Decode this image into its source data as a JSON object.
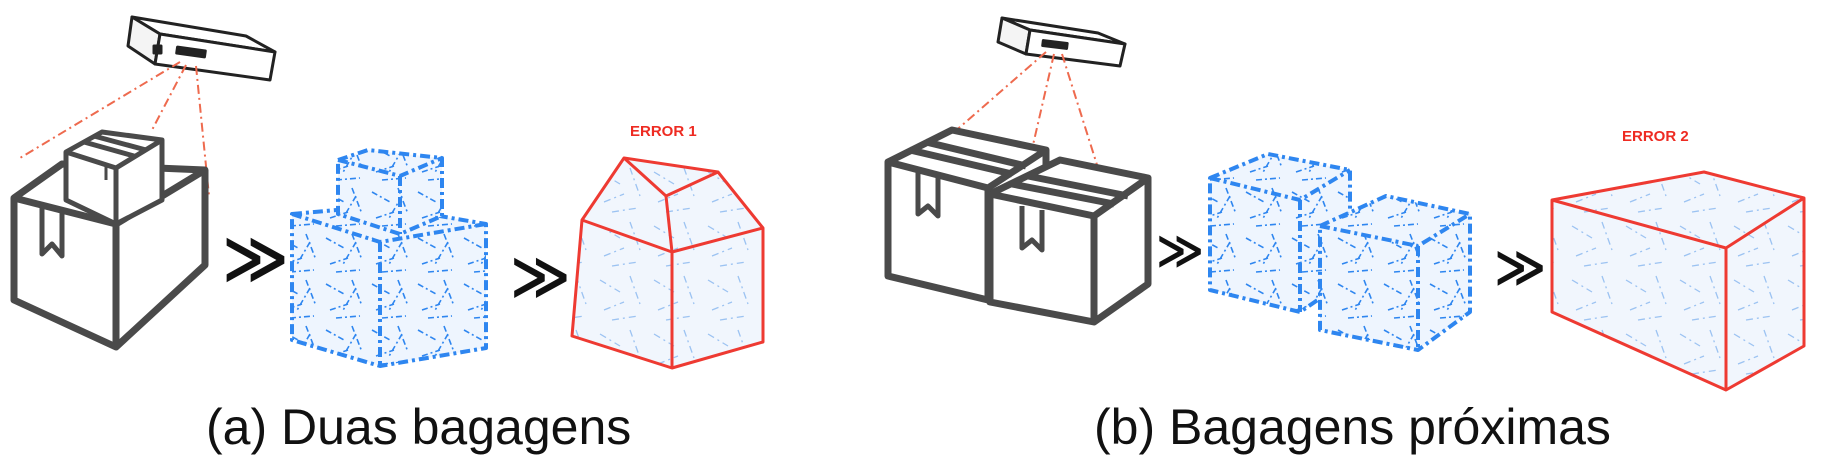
{
  "panels": [
    {
      "id": "a",
      "caption": "(a) Duas bagagens",
      "error_label": "ERROR 1"
    },
    {
      "id": "b",
      "caption": "(b) Bagagens próximas",
      "error_label": "ERROR 2"
    }
  ],
  "arrow_glyph": "≫",
  "colors": {
    "box_outline": "#4a4a4a",
    "scan_line": "#ee6a4e",
    "point_cloud": "#2e86f0",
    "point_cloud_fill": "#e8f1fc",
    "error_outline": "#ee3a32",
    "error_text": "#ee2b22",
    "caption_text": "#111111"
  },
  "icons": [
    "sensor-icon",
    "box-icon",
    "point-cloud-icon",
    "bounding-box-icon",
    "double-chevron-icon"
  ]
}
